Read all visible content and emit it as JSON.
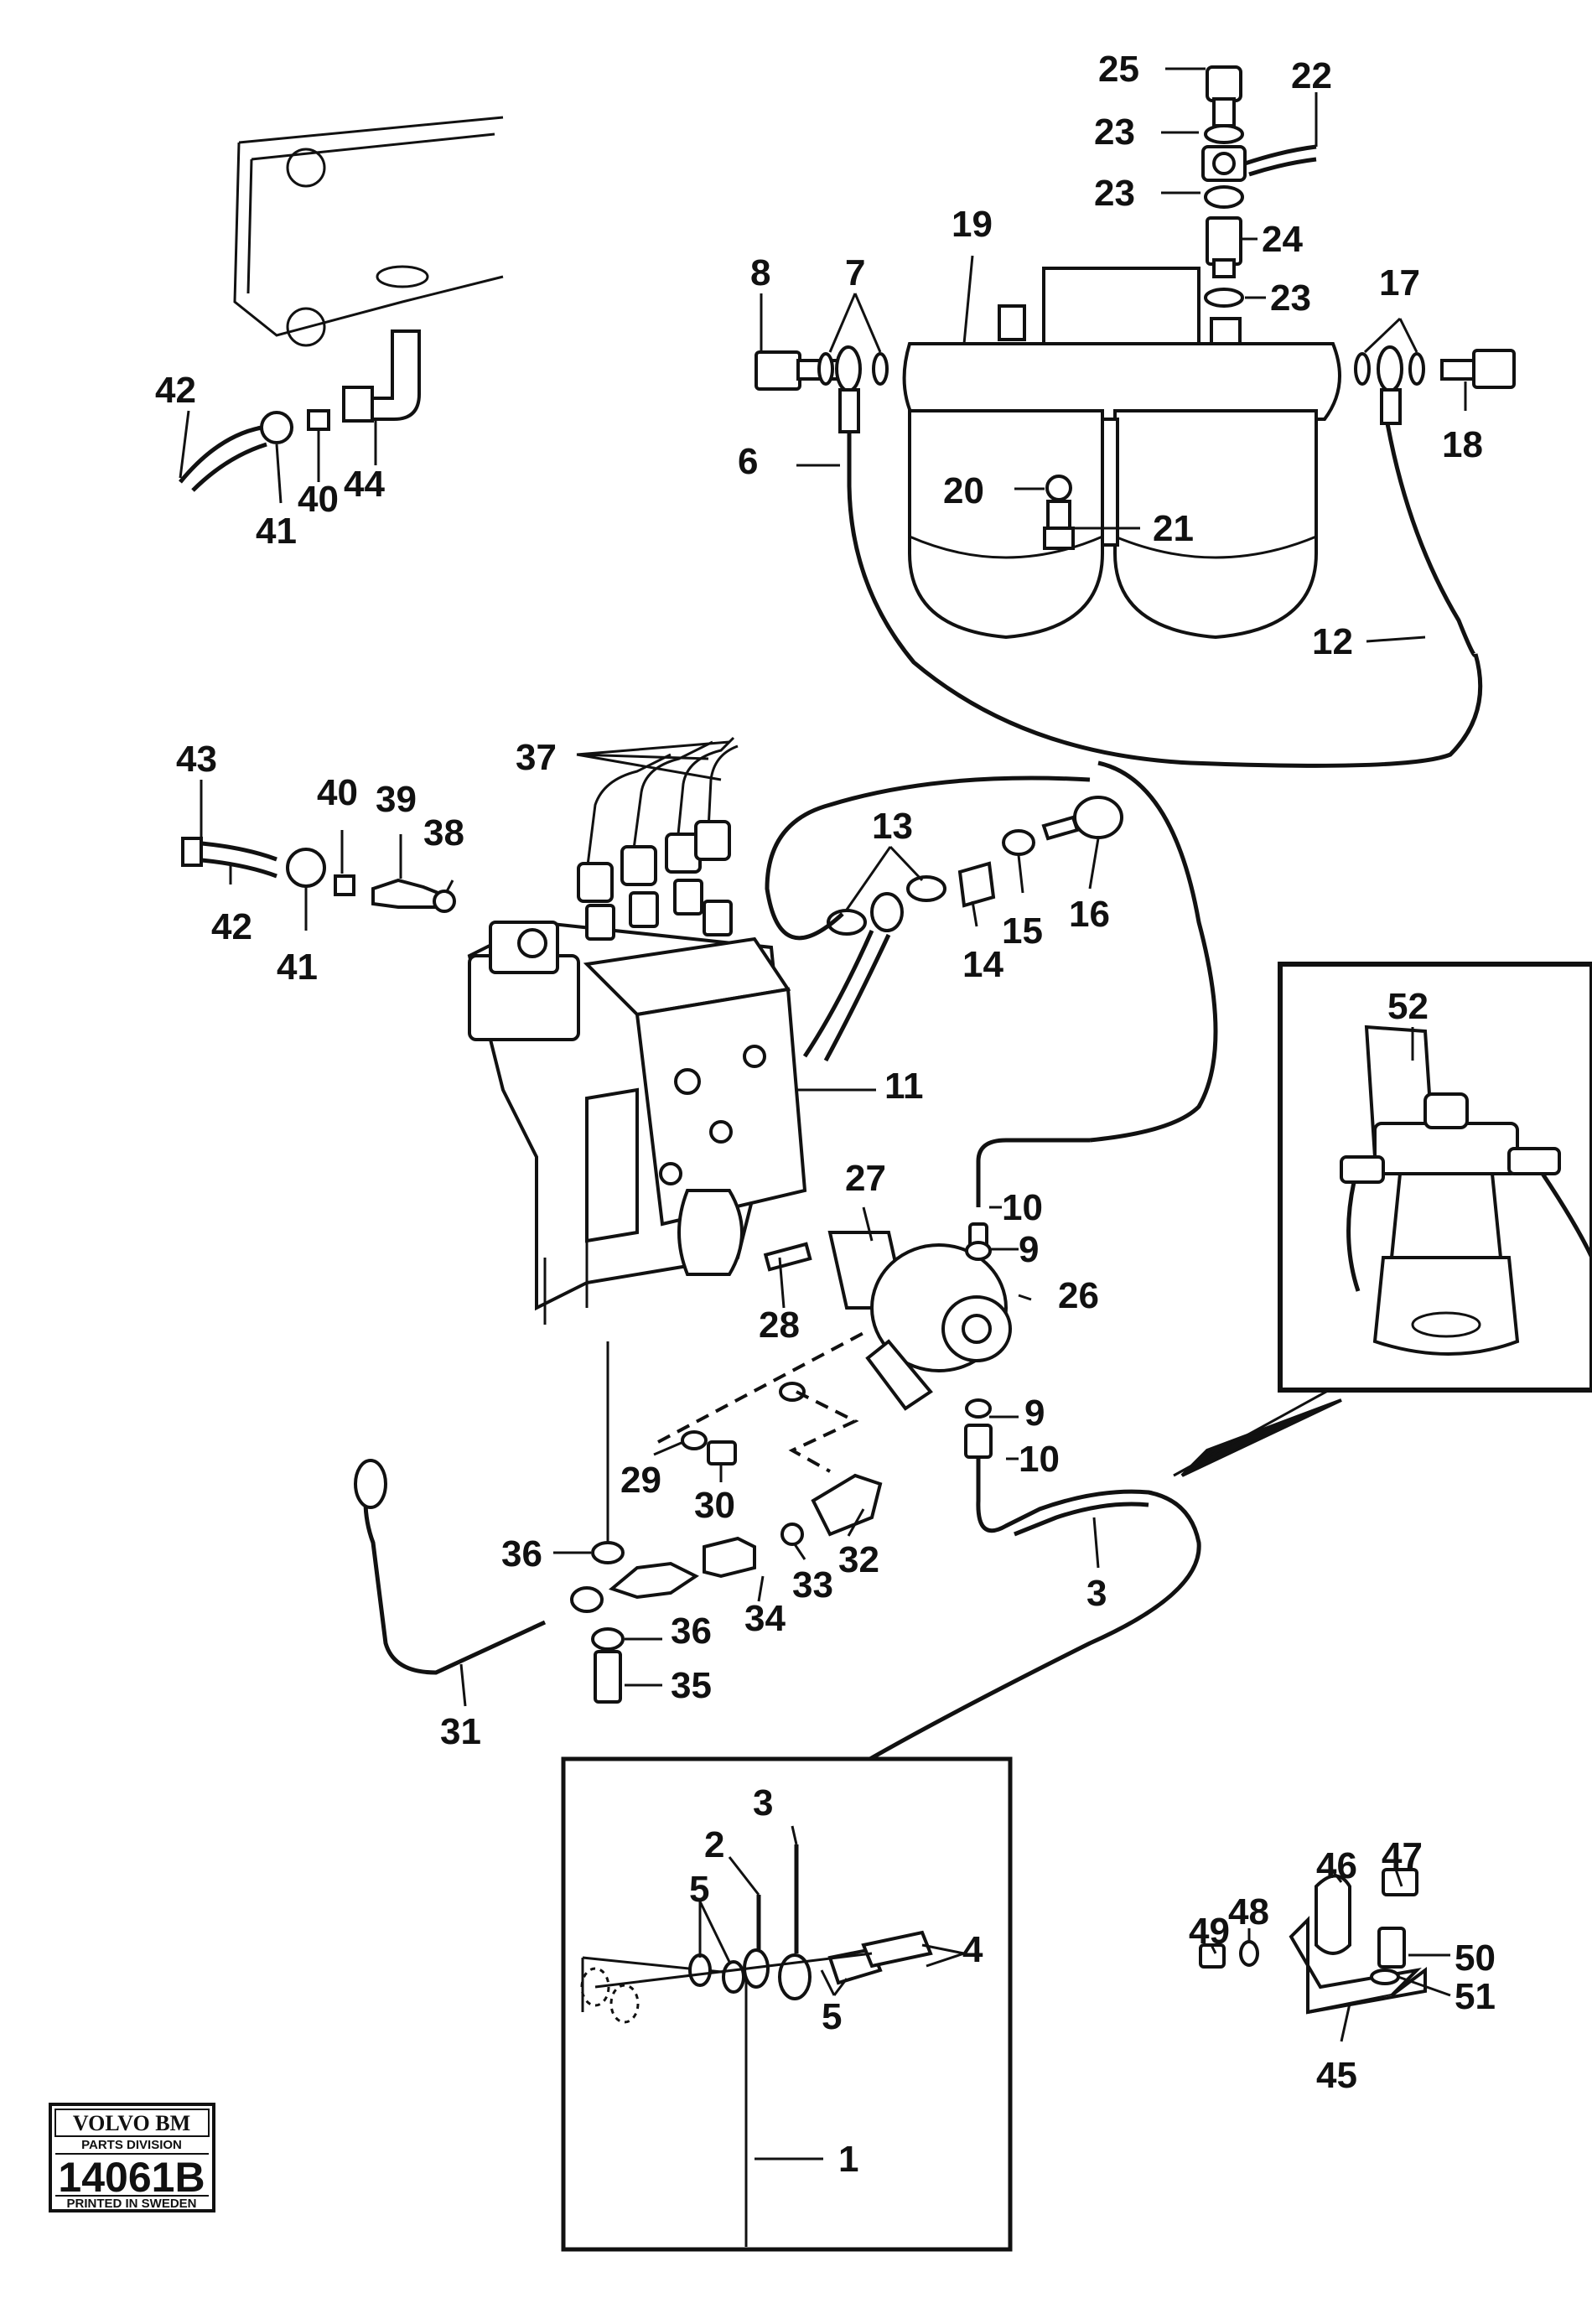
{
  "diagram": {
    "part_labels": {
      "p1": "1",
      "p2": "2",
      "p3a": "3",
      "p3b": "3",
      "p4": "4",
      "p5a": "5",
      "p5b": "5",
      "p6": "6",
      "p7": "7",
      "p8": "8",
      "p9a": "9",
      "p9b": "9",
      "p10a": "10",
      "p10b": "10",
      "p11": "11",
      "p12": "12",
      "p13": "13",
      "p14": "14",
      "p15": "15",
      "p16": "16",
      "p17": "17",
      "p18": "18",
      "p19": "19",
      "p20": "20",
      "p21": "21",
      "p22": "22",
      "p23a": "23",
      "p23b": "23",
      "p23c": "23",
      "p24": "24",
      "p25": "25",
      "p26": "26",
      "p27": "27",
      "p28": "28",
      "p29": "29",
      "p30": "30",
      "p31": "31",
      "p32": "32",
      "p33": "33",
      "p34": "34",
      "p35": "35",
      "p36a": "36",
      "p36b": "36",
      "p37": "37",
      "p38": "38",
      "p39": "39",
      "p40a": "40",
      "p40b": "40",
      "p41a": "41",
      "p41b": "41",
      "p42a": "42",
      "p42b": "42",
      "p43": "43",
      "p44": "44",
      "p45": "45",
      "p46": "46",
      "p47": "47",
      "p48": "48",
      "p49": "49",
      "p50": "50",
      "p51": "51",
      "p52": "52"
    }
  },
  "logo": {
    "brand": "VOLVO BM",
    "division": "PARTS DIVISION",
    "number": "14061B",
    "printed": "PRINTED IN SWEDEN"
  }
}
